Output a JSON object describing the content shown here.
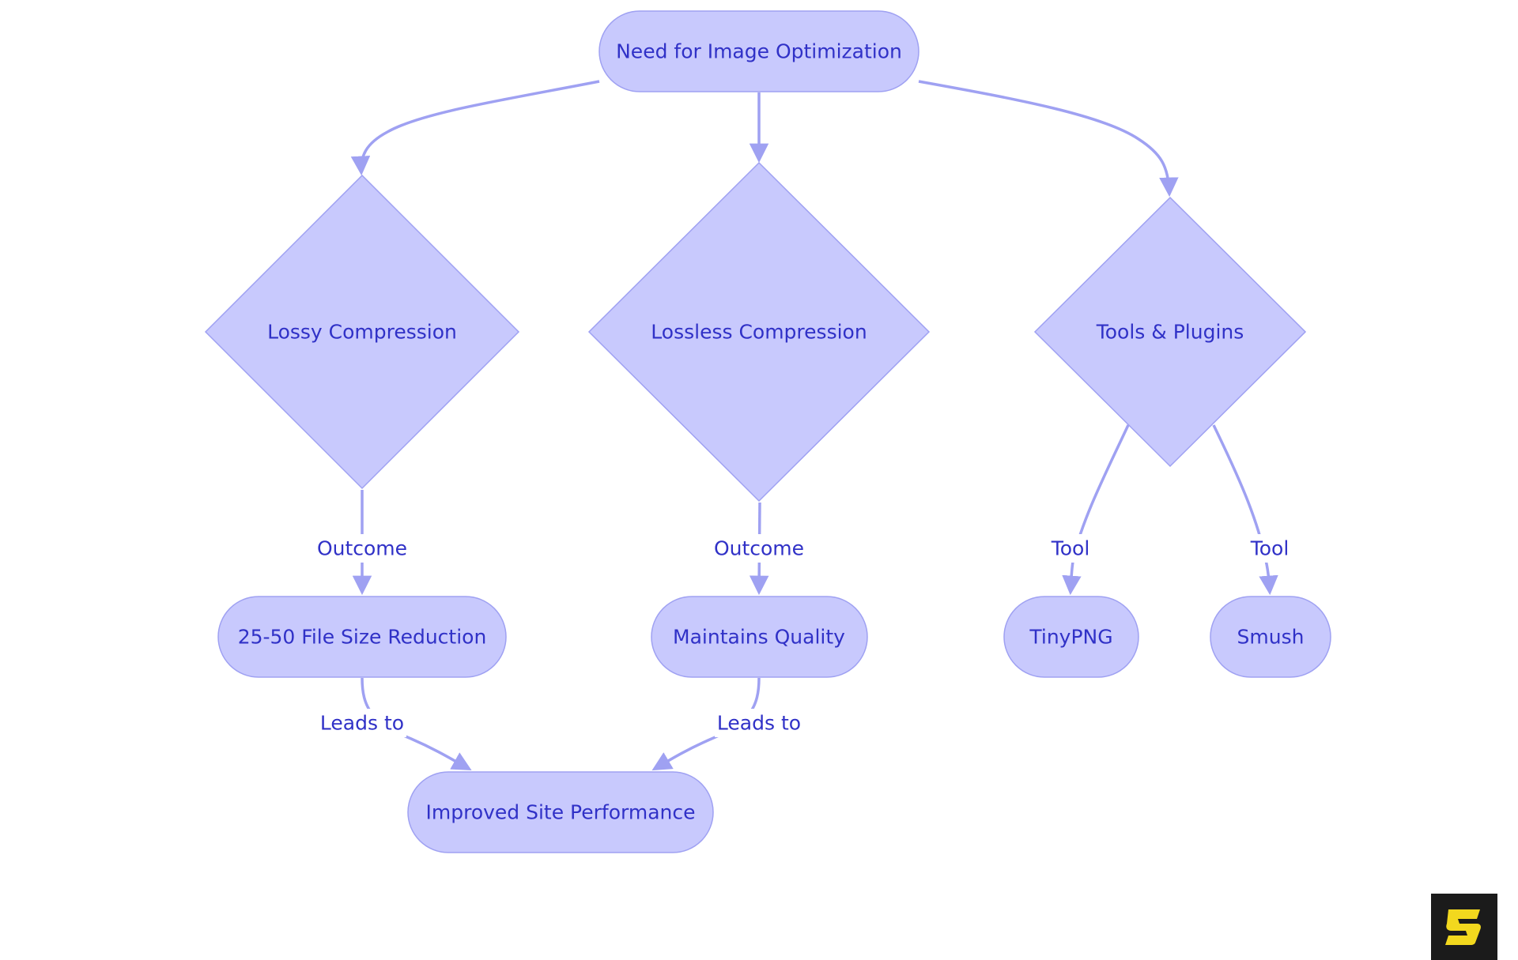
{
  "diagram": {
    "nodes": {
      "root": "Need for Image Optimization",
      "lossy": "Lossy Compression",
      "lossless": "Lossless Compression",
      "tools": "Tools & Plugins",
      "reduction": "25-50 File Size Reduction",
      "quality": "Maintains Quality",
      "tinypng": "TinyPNG",
      "smush": "Smush",
      "performance": "Improved Site Performance"
    },
    "edge_labels": {
      "lossy_outcome": "Outcome",
      "lossless_outcome": "Outcome",
      "tinypng_tool": "Tool",
      "smush_tool": "Tool",
      "reduction_leads": "Leads to",
      "quality_leads": "Leads to"
    }
  },
  "colors": {
    "node_fill": "#c8c9fd",
    "node_stroke": "#9fa1f2",
    "text": "#3031c7",
    "logo_bg": "#1b1b1b",
    "logo_mark": "#f2d81e"
  },
  "logo": {
    "icon": "brand-s-logo-icon"
  }
}
